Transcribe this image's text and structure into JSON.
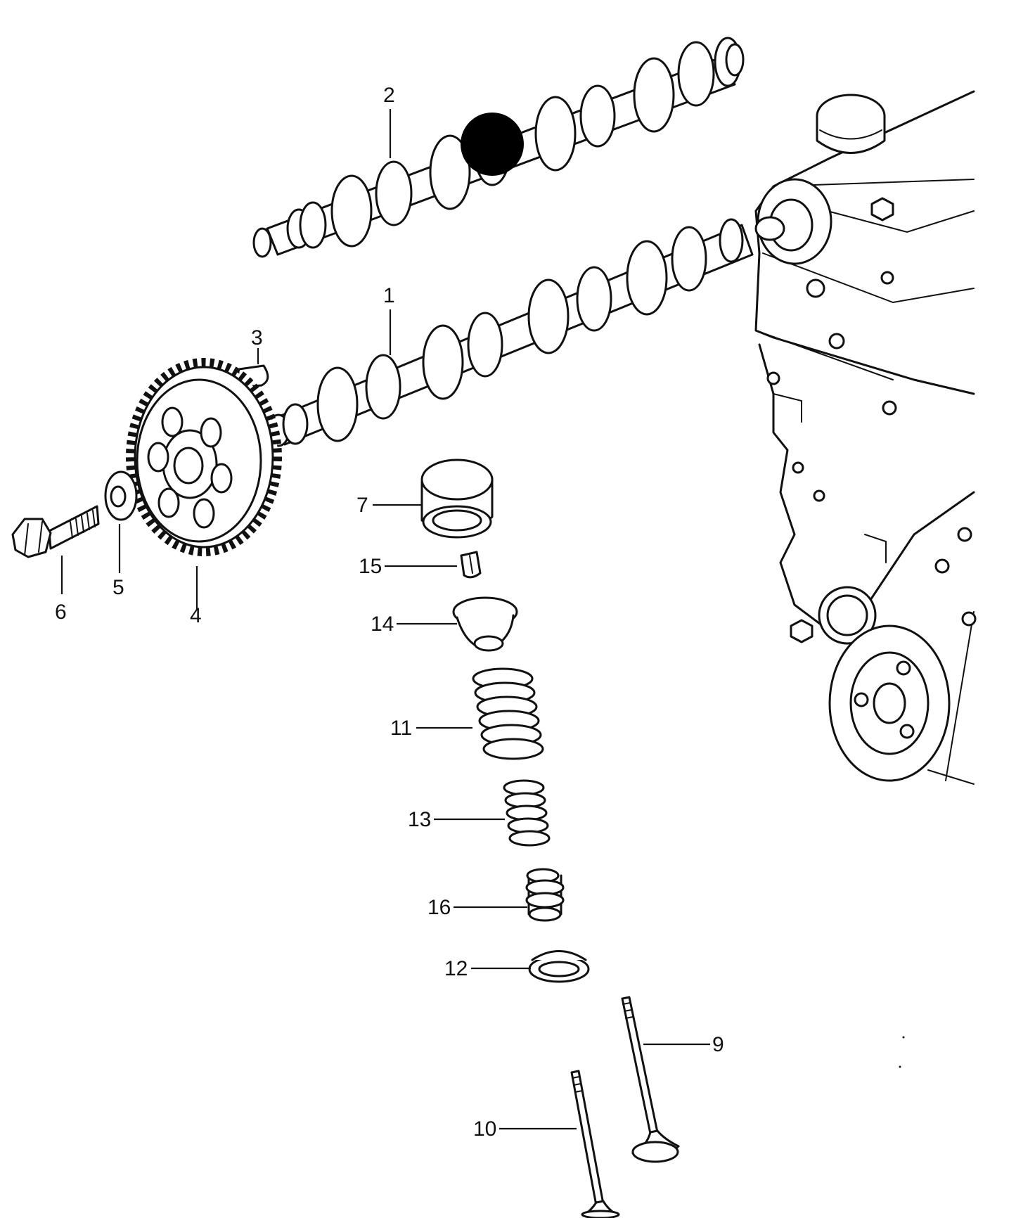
{
  "callouts": {
    "c1": "1",
    "c2": "2",
    "c3": "3",
    "c4": "4",
    "c5": "5",
    "c6": "6",
    "c7": "7",
    "c9": "9",
    "c10": "10",
    "c11": "11",
    "c12": "12",
    "c13": "13",
    "c14": "14",
    "c15": "15",
    "c16": "16"
  },
  "colors": {
    "ink": "#111111",
    "background": "#ffffff",
    "marker": "#000000"
  }
}
